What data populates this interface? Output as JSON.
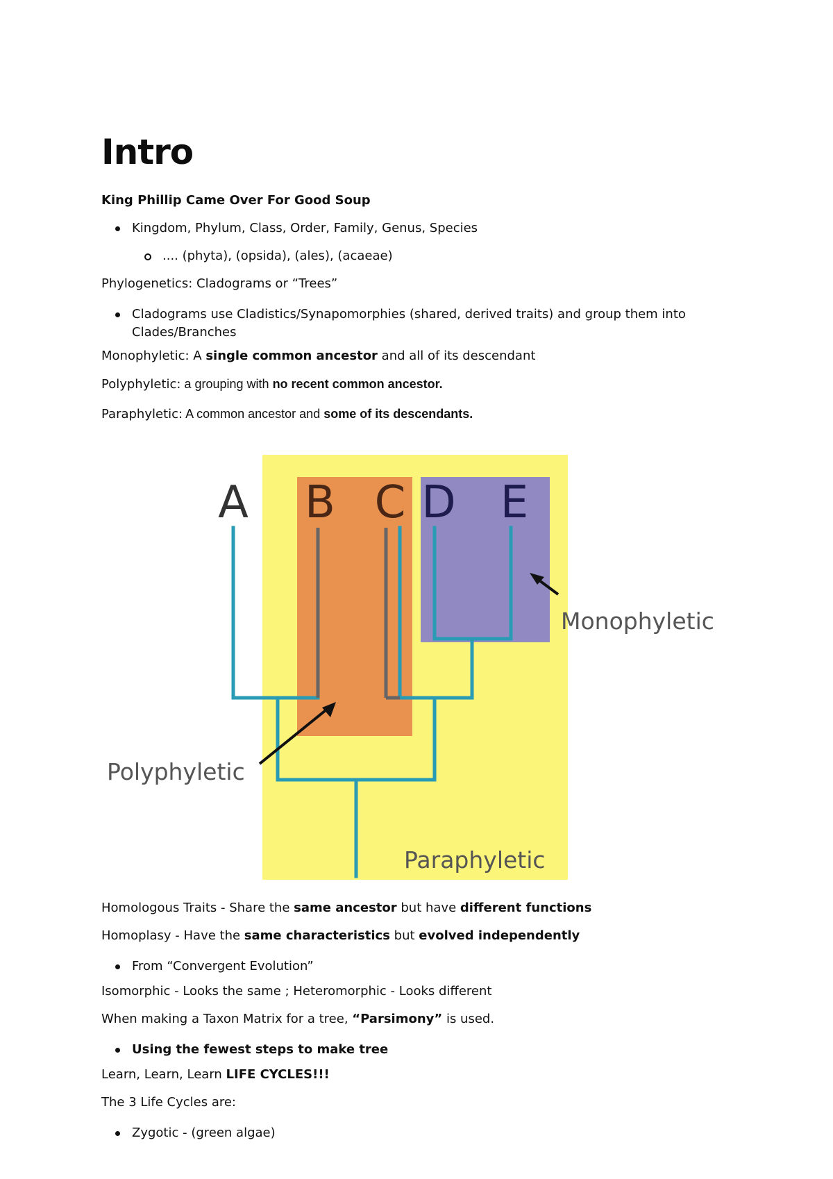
{
  "title": "Intro",
  "mnemonic": "King Phillip Came Over For Good Soup",
  "ranks": "Kingdom, Phylum, Class, Order, Family, Genus, Species",
  "suffixes": ".... (phyta), (opsida), (ales), (acaeae)",
  "phylo_heading": "Phylogenetics: Cladograms or “Trees”",
  "cladogram_note": "Cladograms use Cladistics/Synapomorphies (shared, derived traits) and group them into Clades/Branches",
  "mono": {
    "label": "Monophyletic:",
    "pre": " A ",
    "bold": "single common ancestor",
    "post": " and all of its descendant"
  },
  "poly": {
    "label": "Polyphyletic:",
    "pre": " a grouping with ",
    "bold": "no recent common ancestor."
  },
  "para": {
    "label": "Paraphyletic:",
    "pre": " A common ancestor and ",
    "bold": "some of its descendants."
  },
  "diagram": {
    "taxa": [
      "A",
      "B",
      "C",
      "D",
      "E"
    ],
    "mono_label": "Monophyletic",
    "poly_label": "Polyphyletic",
    "para_label": "Paraphyletic",
    "colors": {
      "paraphyletic": "#fbf57a",
      "polyphyletic": "#e9924f",
      "monophyletic": "#9089c2",
      "branch": "#2a9bb5",
      "text": "#1e1b4f"
    }
  },
  "homologous": {
    "pre": "Homologous Traits - Share the ",
    "b1": "same ancestor",
    "mid": " but have ",
    "b2": "different functions"
  },
  "homoplasy": {
    "pre": "Homoplasy - Have the ",
    "b1": "same characteristics",
    "mid": " but ",
    "b2": "evolved independently"
  },
  "convergent": "From “Convergent Evolution”",
  "isomorphic": "Isomorphic - Looks the same ; Heteromorphic - Looks different",
  "taxon": {
    "pre": "When making a Taxon Matrix for a tree, ",
    "bold": "“Parsimony”",
    "post": " is used."
  },
  "fewest": "Using the fewest steps to make tree",
  "learn": {
    "pre": "Learn, Learn, Learn ",
    "bold": "LIFE CYCLES!!!"
  },
  "three_cycles": "The 3 Life Cycles are:",
  "zygotic": "Zygotic - (green algae)"
}
